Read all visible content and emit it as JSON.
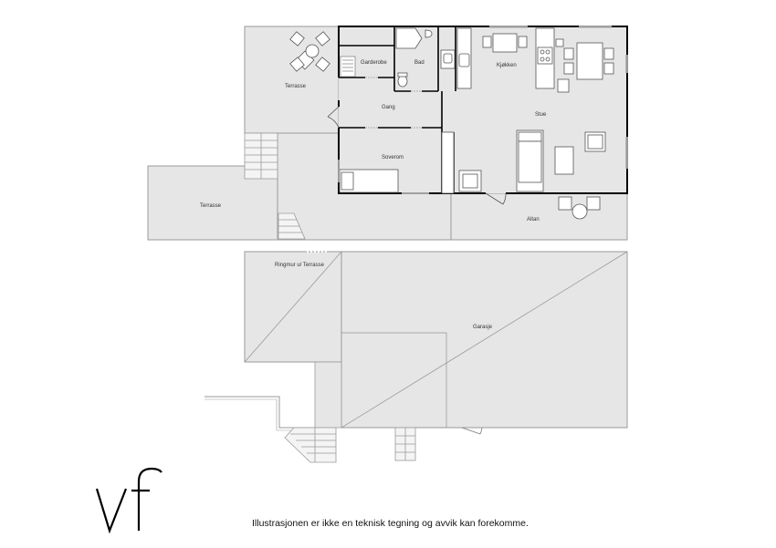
{
  "floor_plan": {
    "rooms": {
      "terrasse_top": "Terrasse",
      "garderobe": "Garderobe",
      "bad": "Bad",
      "kjokken": "Kjøkken",
      "gang": "Gang",
      "stue": "Stue",
      "soverom": "Soverom",
      "terrasse_left": "Terrasse",
      "altan": "Altan"
    }
  },
  "lower_plan": {
    "rooms": {
      "ringmur": "Ringmur u/ Terrasse",
      "garasje": "Garasje"
    }
  },
  "footer": {
    "logo_text": "vf",
    "disclaimer": "Illustrasjonen er ikke en teknisk tegning og avvik kan forekomme."
  },
  "colors": {
    "floor": "#e6e6e6",
    "wall": "#000000",
    "outline": "#9a9a9a"
  }
}
